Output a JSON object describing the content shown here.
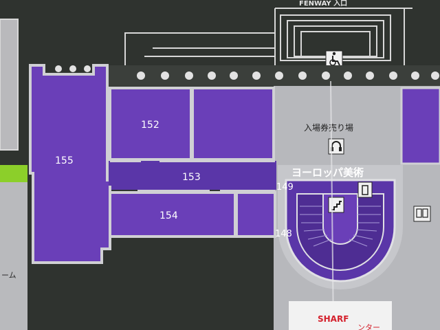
{
  "map": {
    "entrance_label": "FENWAY 入口",
    "ticket_label": "入場券売り場",
    "gallery_title": "ヨーロッパ美術",
    "rooms": {
      "r152": "152",
      "r153": "153",
      "r154": "154",
      "r155": "155",
      "r149": "149",
      "r148": "148"
    },
    "bottom_label": "SHARF",
    "bottom_sub": "ンター",
    "left_partial": "ーム",
    "icons": {
      "accessible": "wheelchair-icon",
      "audio": "headphones-icon",
      "stairs": "stairs-icon",
      "elevator": "elevator-icon",
      "restroom": "restroom-icon"
    },
    "colors": {
      "background": "#2f332f",
      "room": "#6a3fb8",
      "room_dark": "#4e2d93",
      "corridor": "#5a36a8",
      "wall": "#c9c9cc",
      "floor_light": "#b7b8bc",
      "lime": "#8ccf2a",
      "red_text": "#d4202c"
    }
  }
}
